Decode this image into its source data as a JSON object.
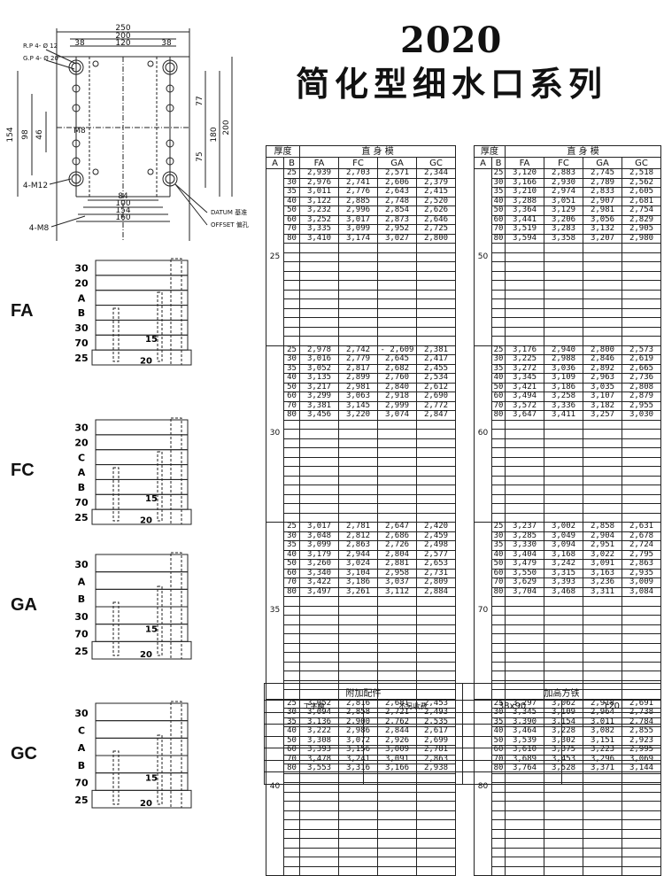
{
  "header": {
    "number": "2020",
    "title": "简化型细水口系列"
  },
  "plan": {
    "top_dims": [
      "250",
      "200",
      "38",
      "120",
      "38"
    ],
    "rp_label": "R.P 4- Ø 12",
    "gp_label": "G.P 4- Ø 20",
    "left_dims": [
      "154",
      "98",
      "46"
    ],
    "right_dims": [
      "77",
      "180",
      "200",
      "75"
    ],
    "m8": "M8",
    "m12": "4-M12",
    "m8b": "4-M8",
    "bottom_dims": [
      "84",
      "100",
      "154",
      "160"
    ],
    "datum": "DATUM 基准",
    "offset": "OFFSET 偏孔"
  },
  "sections": [
    {
      "name": "FA",
      "labels": [
        "30",
        "20",
        "A",
        "B",
        "30",
        "70",
        "25"
      ],
      "d15": "15",
      "d20": "20"
    },
    {
      "name": "FC",
      "labels": [
        "30",
        "20",
        "C",
        "A",
        "B",
        "70",
        "25"
      ],
      "d15": "15",
      "d20": "20"
    },
    {
      "name": "GA",
      "labels": [
        "30",
        "A",
        "B",
        "30",
        "70",
        "25"
      ],
      "d15": "15",
      "d20": "20"
    },
    {
      "name": "GC",
      "labels": [
        "30",
        "C",
        "A",
        "B",
        "70",
        "25"
      ],
      "d15": "15",
      "d20": "20"
    }
  ],
  "tables": {
    "head_thickness": "厚度",
    "head_type": "直 身 模",
    "col_a": "A",
    "col_b": "B",
    "cols": [
      "FA",
      "FC",
      "GA",
      "GC"
    ],
    "left": [
      {
        "a": "25",
        "rows": [
          [
            "25",
            "2,939",
            "2,703",
            "2,571",
            "2,344"
          ],
          [
            "30",
            "2,976",
            "2,741",
            "2,606",
            "2,379"
          ],
          [
            "35",
            "3,011",
            "2,776",
            "2,643",
            "2,415"
          ],
          [
            "40",
            "3,122",
            "2,885",
            "2,748",
            "2,520"
          ],
          [
            "50",
            "3,232",
            "2,996",
            "2,854",
            "2,626"
          ],
          [
            "60",
            "3,252",
            "3,017",
            "2,873",
            "2,646"
          ],
          [
            "70",
            "3,335",
            "3,099",
            "2,952",
            "2,725"
          ],
          [
            "80",
            "3,410",
            "3,174",
            "3,027",
            "2,800"
          ]
        ]
      },
      {
        "a": "30",
        "rows": [
          [
            "25",
            "2,978",
            "2,742",
            "- 2,609",
            "2,381"
          ],
          [
            "30",
            "3,016",
            "2,779",
            "2,645",
            "2,417"
          ],
          [
            "35",
            "3,052",
            "2,817",
            "2,682",
            "2,455"
          ],
          [
            "40",
            "3,135",
            "2,899",
            "2,760",
            "2,534"
          ],
          [
            "50",
            "3,217",
            "2,981",
            "2,840",
            "2,612"
          ],
          [
            "60",
            "3,299",
            "3,063",
            "2,918",
            "2,690"
          ],
          [
            "70",
            "3,381",
            "3,145",
            "2,999",
            "2,772"
          ],
          [
            "80",
            "3,456",
            "3,220",
            "3,074",
            "2,847"
          ]
        ]
      },
      {
        "a": "35",
        "rows": [
          [
            "25",
            "3,017",
            "2,781",
            "2,647",
            "2,420"
          ],
          [
            "30",
            "3,048",
            "2,812",
            "2,686",
            "2,459"
          ],
          [
            "35",
            "3,099",
            "2,863",
            "2,726",
            "2,498"
          ],
          [
            "40",
            "3,179",
            "2,944",
            "2,804",
            "2,577"
          ],
          [
            "50",
            "3,260",
            "3,024",
            "2,881",
            "2,653"
          ],
          [
            "60",
            "3,340",
            "3,104",
            "2,958",
            "2,731"
          ],
          [
            "70",
            "3,422",
            "3,186",
            "3,037",
            "2,809"
          ],
          [
            "80",
            "3,497",
            "3,261",
            "3,112",
            "2,884"
          ]
        ]
      },
      {
        "a": "40",
        "rows": [
          [
            "25",
            "3,052",
            "2,816",
            "2,681",
            "2,453"
          ],
          [
            "30",
            "3,094",
            "2,858",
            "2,721",
            "2,493"
          ],
          [
            "35",
            "3,136",
            "2,900",
            "2,762",
            "2,535"
          ],
          [
            "40",
            "3,222",
            "2,986",
            "2,844",
            "2,617"
          ],
          [
            "50",
            "3,308",
            "3,072",
            "2,926",
            "2,699"
          ],
          [
            "60",
            "3,393",
            "3,156",
            "3,009",
            "2,781"
          ],
          [
            "70",
            "3,478",
            "3,241",
            "3,091",
            "2,863"
          ],
          [
            "80",
            "3,553",
            "3,316",
            "3,166",
            "2,938"
          ]
        ]
      }
    ],
    "right": [
      {
        "a": "50",
        "rows": [
          [
            "25",
            "3,120",
            "2,883",
            "2,745",
            "2,518"
          ],
          [
            "30",
            "3,166",
            "2,930",
            "2,789",
            "2,562"
          ],
          [
            "35",
            "3,210",
            "2,974",
            "2,833",
            "2,605"
          ],
          [
            "40",
            "3,288",
            "3,051",
            "2,907",
            "2,681"
          ],
          [
            "50",
            "3,364",
            "3,129",
            "2,981",
            "2,754"
          ],
          [
            "60",
            "3,441",
            "3,206",
            "3,056",
            "2,829"
          ],
          [
            "70",
            "3,519",
            "3,283",
            "3,132",
            "2,905"
          ],
          [
            "80",
            "3,594",
            "3,358",
            "3,207",
            "2,980"
          ]
        ]
      },
      {
        "a": "60",
        "rows": [
          [
            "25",
            "3,176",
            "2,940",
            "2,800",
            "2,573"
          ],
          [
            "30",
            "3,225",
            "2,988",
            "2,846",
            "2,619"
          ],
          [
            "35",
            "3,272",
            "3,036",
            "2,892",
            "2,665"
          ],
          [
            "40",
            "3,345",
            "3,109",
            "2,963",
            "2,736"
          ],
          [
            "50",
            "3,421",
            "3,186",
            "3,035",
            "2,808"
          ],
          [
            "60",
            "3,494",
            "3,258",
            "3,107",
            "2,879"
          ],
          [
            "70",
            "3,572",
            "3,336",
            "3,182",
            "2,955"
          ],
          [
            "80",
            "3,647",
            "3,411",
            "3,257",
            "3,030"
          ]
        ]
      },
      {
        "a": "70",
        "rows": [
          [
            "25",
            "3,237",
            "3,002",
            "2,858",
            "2,631"
          ],
          [
            "30",
            "3,285",
            "3,049",
            "2,904",
            "2,678"
          ],
          [
            "35",
            "3,330",
            "3,094",
            "2,951",
            "2,724"
          ],
          [
            "40",
            "3,404",
            "3,168",
            "3,022",
            "2,795"
          ],
          [
            "50",
            "3,479",
            "3,242",
            "3,091",
            "2,863"
          ],
          [
            "60",
            "3,550",
            "3,315",
            "3,163",
            "2,935"
          ],
          [
            "70",
            "3,629",
            "3,393",
            "3,236",
            "3,009"
          ],
          [
            "80",
            "3,704",
            "3,468",
            "3,311",
            "3,084"
          ]
        ]
      },
      {
        "a": "80",
        "rows": [
          [
            "25",
            "3,297",
            "3,062",
            "2,918",
            "2,691"
          ],
          [
            "30",
            "3,345",
            "3,109",
            "2,964",
            "2,738"
          ],
          [
            "35",
            "3,390",
            "3,154",
            "3,011",
            "2,784"
          ],
          [
            "40",
            "3,464",
            "3,228",
            "3,082",
            "2,855"
          ],
          [
            "50",
            "3,539",
            "3,302",
            "3,151",
            "2,923"
          ],
          [
            "60",
            "3,610",
            "3,375",
            "3,223",
            "2,995"
          ],
          [
            "70",
            "3,689",
            "3,453",
            "3,296",
            "3,069"
          ],
          [
            "80",
            "3,764",
            "3,528",
            "3,371",
            "3,144"
          ]
        ]
      }
    ]
  },
  "accessories": {
    "title_left": "附加配件",
    "title_right": "加高方铁",
    "sub1": "工字模",
    "sub2": "不另收费",
    "sub3": "38x90",
    "sub4": "120"
  }
}
